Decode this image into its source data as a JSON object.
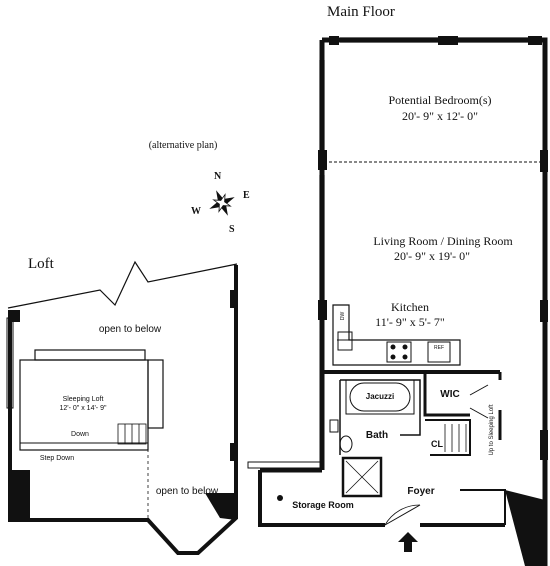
{
  "loft": {
    "title": "Loft",
    "alt_plan": "(alternative plan)",
    "open_to_below_top": "open to below",
    "open_to_below_bottom": "open to below",
    "sleeping_loft": "Sleeping Loft",
    "sleeping_loft_dims": "12'- 0\" x 14'- 9\"",
    "down": "Down",
    "step_down": "Step Down"
  },
  "compass": {
    "n": "N",
    "e": "E",
    "s": "S",
    "w": "W"
  },
  "main": {
    "title": "Main Floor",
    "potential_bedroom": "Potential Bedroom(s)",
    "potential_bedroom_dims": "20'- 9\" x 12'- 0\"",
    "living_dining": "Living Room / Dining Room",
    "living_dining_dims": "20'- 9\" x 19'- 0\"",
    "kitchen": "Kitchen",
    "kitchen_dims": "11'- 9\" x 5'- 7\"",
    "dw": "DW",
    "ref": "REF",
    "jacuzzi": "Jacuzzi",
    "wic": "WIC",
    "bath": "Bath",
    "cl": "CL",
    "up_to_loft": "Up to Sleeping Loft",
    "foyer": "Foyer",
    "storage_room": "Storage Room"
  }
}
